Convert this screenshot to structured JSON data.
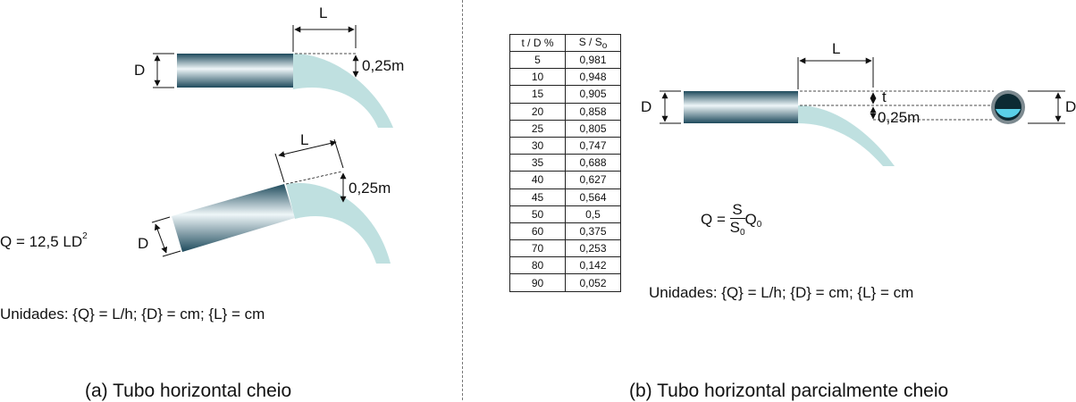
{
  "left": {
    "caption": "(a) Tubo horizontal cheio",
    "top_pipe": {
      "D": "D",
      "L": "L",
      "drop": "0,25m"
    },
    "tilted_pipe": {
      "D": "D",
      "L": "L",
      "drop": "0,25m"
    },
    "formula": {
      "lhs": "Q = 12,5 LD",
      "exp": "2"
    },
    "units": "Unidades:   {Q} = L/h;   {D} = cm;    {L} = cm"
  },
  "right": {
    "caption": "(b) Tubo horizontal parcialmente cheio",
    "table": {
      "headers": [
        "t / D %",
        "S / S"
      ],
      "header_sub": "o",
      "rows": [
        [
          "5",
          "0,981"
        ],
        [
          "10",
          "0,948"
        ],
        [
          "15",
          "0,905"
        ],
        [
          "20",
          "0,858"
        ],
        [
          "25",
          "0,805"
        ],
        [
          "30",
          "0,747"
        ],
        [
          "35",
          "0,688"
        ],
        [
          "40",
          "0,627"
        ],
        [
          "45",
          "0,564"
        ],
        [
          "50",
          "0,5"
        ],
        [
          "60",
          "0,375"
        ],
        [
          "70",
          "0,253"
        ],
        [
          "80",
          "0,142"
        ],
        [
          "90",
          "0,052"
        ]
      ]
    },
    "pipe": {
      "D_left": "D",
      "L": "L",
      "t": "t",
      "drop": "0,25m",
      "D_right": "D"
    },
    "formula": {
      "lhs": "Q =",
      "num": "S",
      "den": "S",
      "den_sub": "0",
      "q": "Q",
      "q_sub": "0"
    },
    "units": "Unidades:   {Q} = L/h;   {D} = cm;    {L} = cm"
  },
  "colors": {
    "pipe_dark": "#1e4a5c",
    "pipe_light": "#eef6f8",
    "water": "#bfe0e0",
    "section_fill": "#5ad0e8"
  }
}
